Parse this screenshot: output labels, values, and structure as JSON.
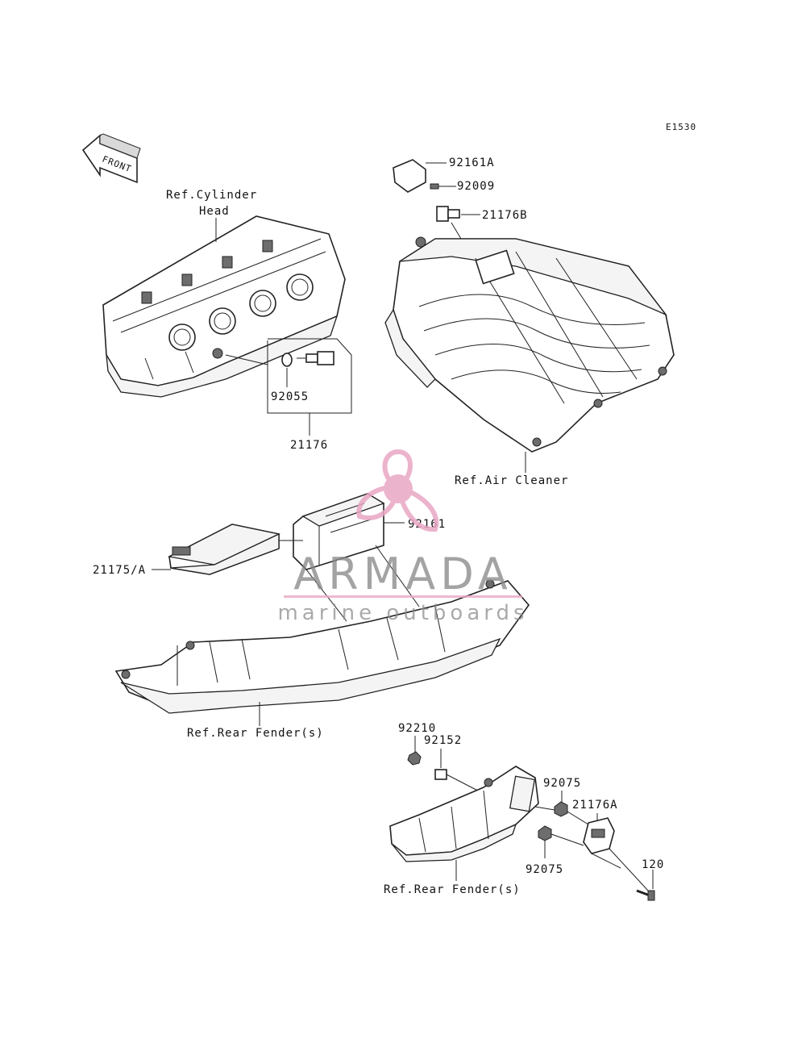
{
  "diagram_code": "E1530",
  "direction_label": "FRONT",
  "labels": {
    "ref_cylinder_head_line1": "Ref.Cylinder",
    "ref_cylinder_head_line2": "Head",
    "ref_air_cleaner": "Ref.Air Cleaner",
    "ref_rear_fender_upper": "Ref.Rear Fender(s)",
    "ref_rear_fender_lower": "Ref.Rear Fender(s)"
  },
  "part_numbers": {
    "p92161A": "92161A",
    "p92009": "92009",
    "p21176B": "21176B",
    "p92055": "92055",
    "p21176": "21176",
    "p92161": "92161",
    "p21175A": "21175/A",
    "p92210": "92210",
    "p92152": "92152",
    "p92075_upper": "92075",
    "p21176A": "21176A",
    "p92075_lower": "92075",
    "p120": "120"
  },
  "watermark": {
    "brand": "ARMADA",
    "tagline": "marine outboards",
    "accent_color": "#e9a6c4",
    "text_color": "#8a8a8a"
  }
}
